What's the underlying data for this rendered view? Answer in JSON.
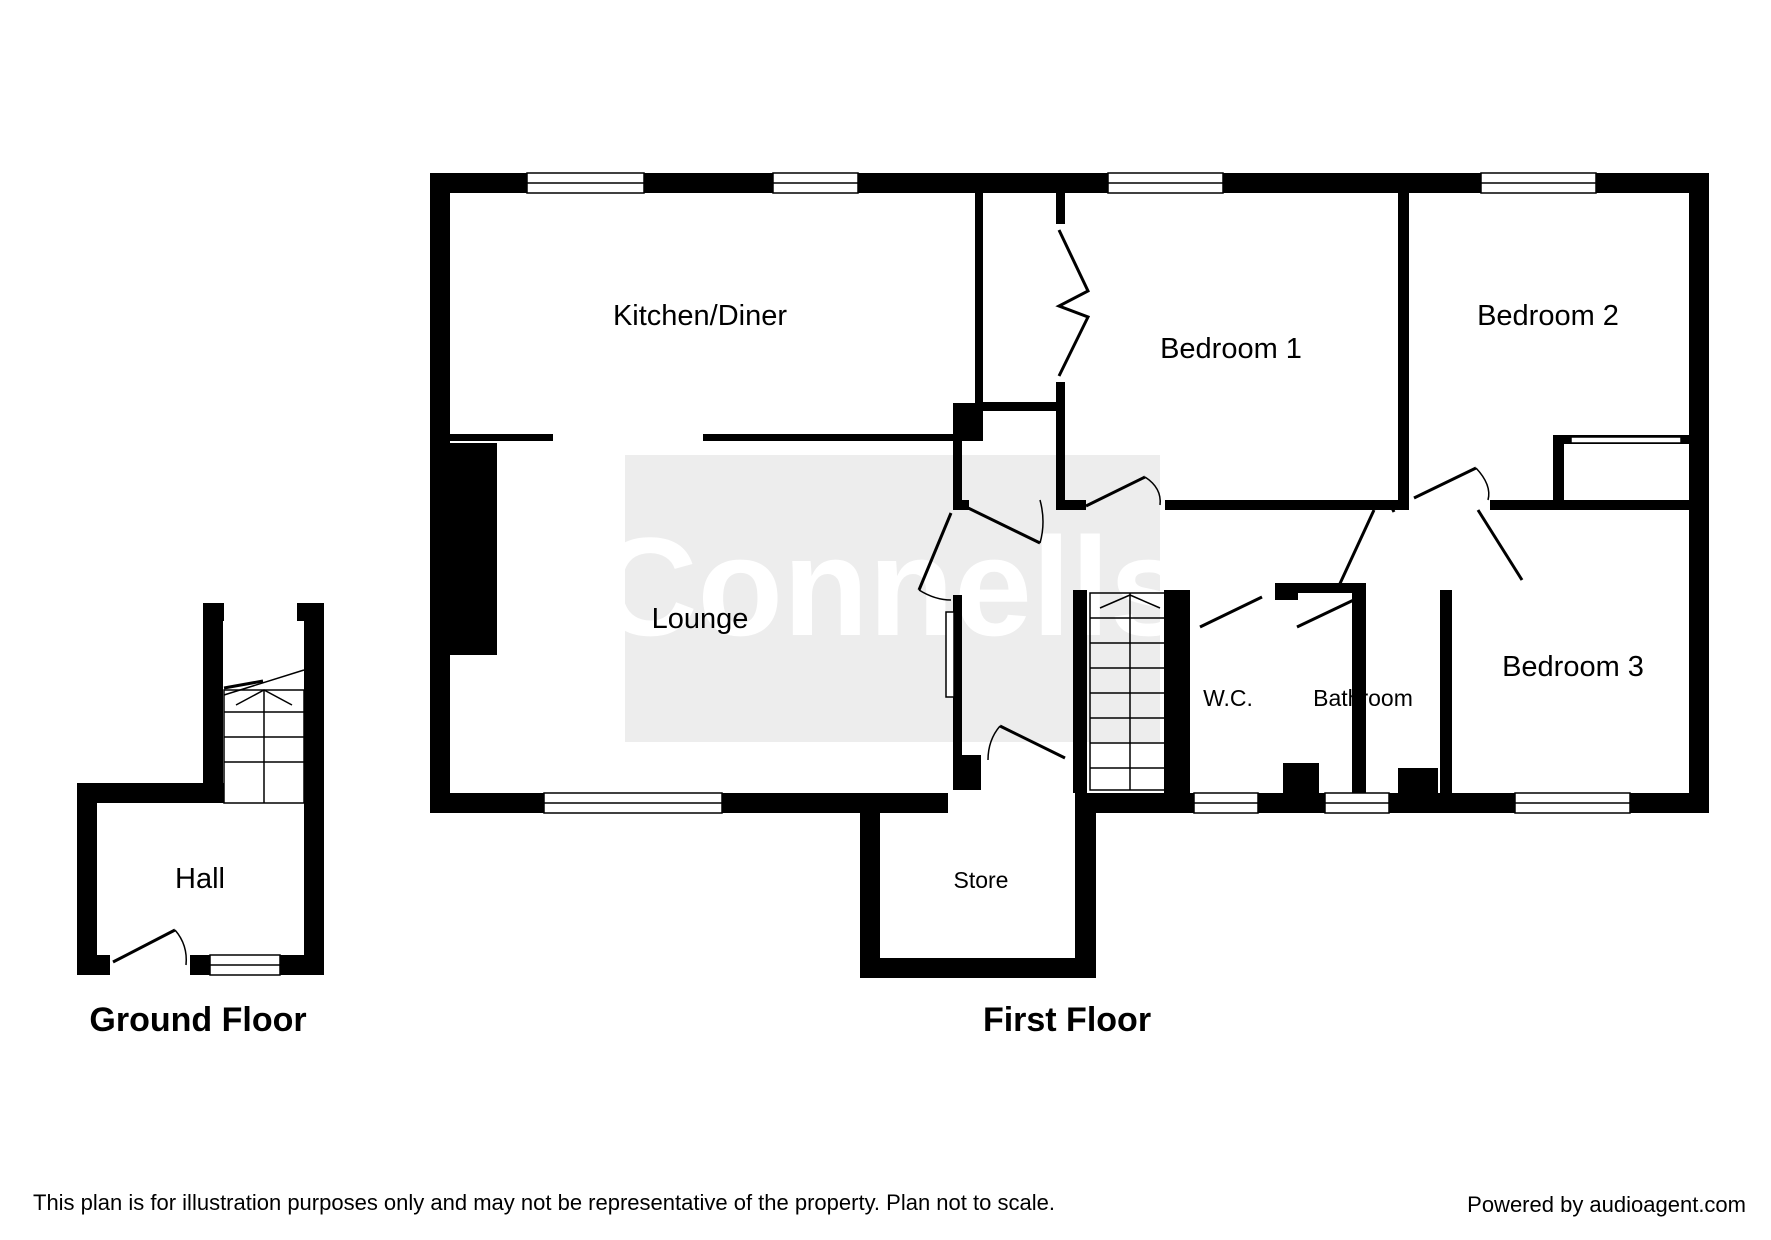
{
  "watermark": {
    "text": "Connells",
    "color": "#ededed"
  },
  "rooms": {
    "kitchen_diner": "Kitchen/Diner",
    "bedroom_1": "Bedroom 1",
    "bedroom_2": "Bedroom 2",
    "bedroom_3": "Bedroom 3",
    "lounge": "Lounge",
    "wc": "W.C.",
    "bathroom": "Bathroom",
    "store": "Store",
    "hall": "Hall"
  },
  "floors": {
    "ground": "Ground Floor",
    "first": "First Floor"
  },
  "footer": {
    "disclaimer": "This plan is for illustration purposes only and may not be representative of the property. Plan not to scale.",
    "powered_by": "Powered by audioagent.com"
  },
  "colors": {
    "wall": "#000000",
    "background": "#ffffff"
  }
}
